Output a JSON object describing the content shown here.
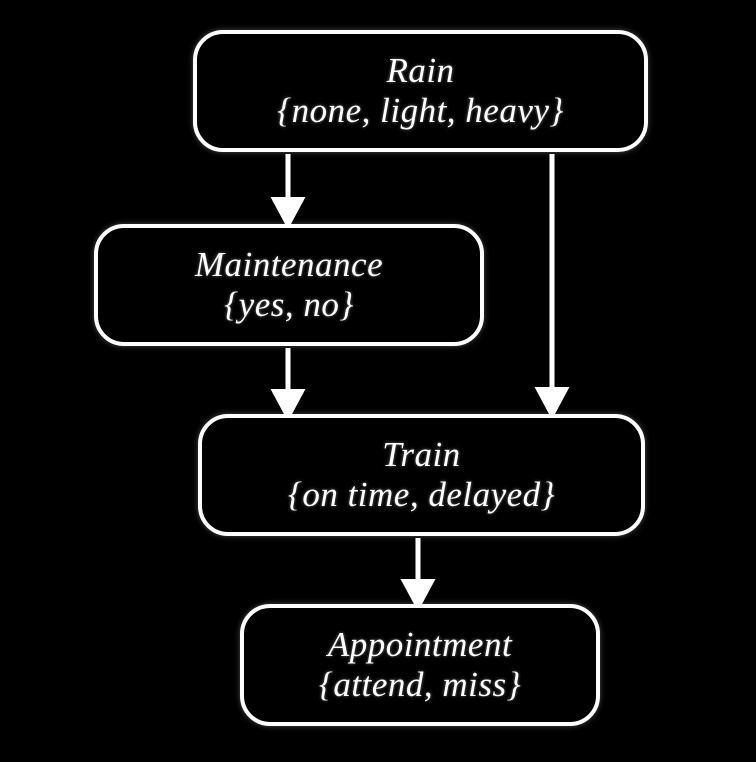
{
  "diagram": {
    "type": "directed-acyclic-graph",
    "title": "",
    "background_color": "#000000",
    "node_border_color": "#ffffff",
    "node_fill_color": "#000000",
    "text_color": "#ffffff",
    "edge_color": "#ffffff",
    "nodes": [
      {
        "id": "rain",
        "name": "Rain",
        "states": "{none, light, heavy}",
        "state_list": [
          "none",
          "light",
          "heavy"
        ]
      },
      {
        "id": "maintenance",
        "name": "Maintenance",
        "states": "{yes, no}",
        "state_list": [
          "yes",
          "no"
        ]
      },
      {
        "id": "train",
        "name": "Train",
        "states": "{on time, delayed}",
        "state_list": [
          "on time",
          "delayed"
        ]
      },
      {
        "id": "appointment",
        "name": "Appointment",
        "states": "{attend, miss}",
        "state_list": [
          "attend",
          "miss"
        ]
      }
    ],
    "edges": [
      {
        "id": "rain-to-maintenance",
        "from": "Rain",
        "to": "Maintenance"
      },
      {
        "id": "rain-to-train",
        "from": "Rain",
        "to": "Train"
      },
      {
        "id": "maintenance-to-train",
        "from": "Maintenance",
        "to": "Train"
      },
      {
        "id": "train-to-appointment",
        "from": "Train",
        "to": "Appointment"
      }
    ]
  }
}
